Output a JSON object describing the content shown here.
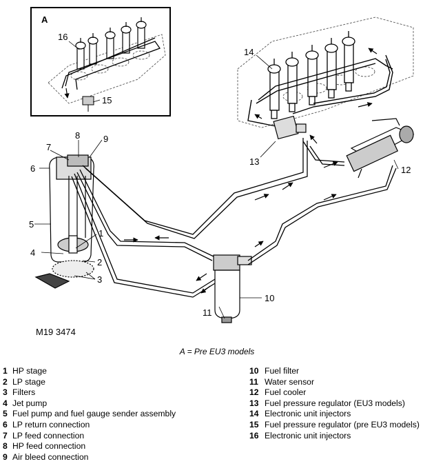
{
  "inset": {
    "title": "A"
  },
  "callouts": {
    "c1": "1",
    "c2": "2",
    "c3": "3",
    "c4": "4",
    "c5": "5",
    "c6": "6",
    "c7": "7",
    "c8": "8",
    "c9": "9",
    "c10": "10",
    "c11": "11",
    "c12": "12",
    "c13": "13",
    "c14": "14",
    "c15": "15",
    "c16": "16"
  },
  "figure_ref": "M19 3474",
  "caption": "A = Pre EU3 models",
  "legend_left": [
    {
      "num": "1",
      "text": "HP stage"
    },
    {
      "num": "2",
      "text": "LP stage"
    },
    {
      "num": "3",
      "text": "Filters"
    },
    {
      "num": "4",
      "text": "Jet pump"
    },
    {
      "num": "5",
      "text": "Fuel pump and fuel gauge sender assembly"
    },
    {
      "num": "6",
      "text": "LP return connection"
    },
    {
      "num": "7",
      "text": "LP feed connection"
    },
    {
      "num": "8",
      "text": "HP feed connection"
    },
    {
      "num": "9",
      "text": "Air bleed connection"
    }
  ],
  "legend_right": [
    {
      "num": "10",
      "text": "Fuel filter"
    },
    {
      "num": "11",
      "text": "Water sensor"
    },
    {
      "num": "12",
      "text": "Fuel cooler"
    },
    {
      "num": "13",
      "text": "Fuel pressure regulator (EU3 models)"
    },
    {
      "num": "14",
      "text": "Electronic unit injectors"
    },
    {
      "num": "15",
      "text": "Fuel pressure regulator (pre EU3 models)"
    },
    {
      "num": "16",
      "text": "Electronic unit injectors"
    }
  ]
}
